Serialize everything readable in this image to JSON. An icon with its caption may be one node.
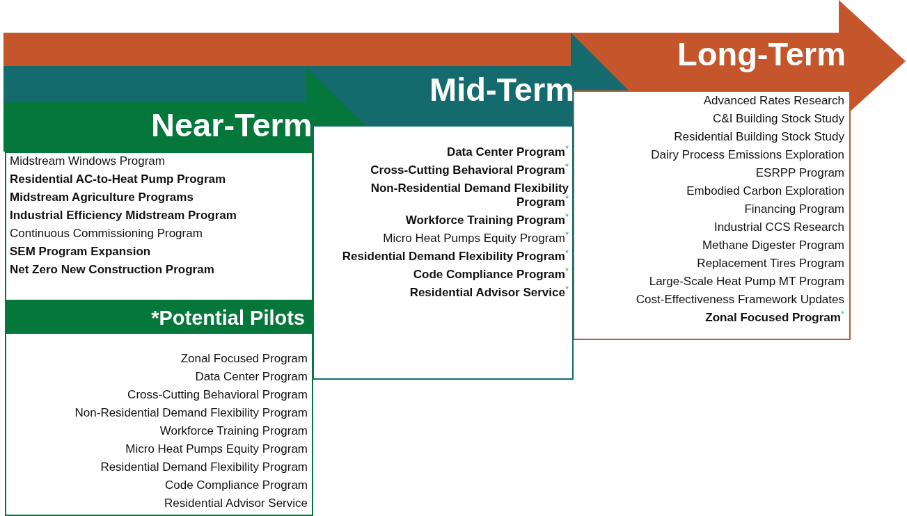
{
  "diagram": {
    "nodes": [
      {
        "text": [
          "Long-Term"
        ]
      },
      {
        "text": [
          "Advanced Rates Research",
          "C&I Building Stock Study",
          "Residential Building Stock Study",
          "Dairy Process Emissions Exploration",
          "ESRPP Program",
          "Embodied Carbon Exploration",
          "Financing Program",
          "Industrial CCS Research",
          "Methane Digester Program",
          "Replacement Tires Program",
          "Large-Scale Heat Pump MT Program",
          "Cost-Effectiveness Framework Updates",
          "**Zonal Focused Program**$^{*}$"
        ]
      },
      {
        "text": [
          "Mid-Term"
        ]
      },
      {
        "text": [
          "**Data Center Program**$^{*}$",
          "**Cross-Cutting Behavioral Program**$^{*}$",
          "**Non-Residential Demand Flexibility Program**$^{*}$",
          "**Workforce Training Program**$^{*}$",
          "Micro Heat Pumps Equity Program$^{*}$",
          "**Residential Demand Flexibility Program**$^{*}$",
          "**Code Compliance Program**$^{*}$",
          "**Residential Advisor Service**$^{*}$"
        ]
      },
      {
        "text": [
          "Near-Term"
        ]
      },
      {
        "text": [
          "Midstream Windows Program",
          "**Residential AC-to-Heat Pump Program**",
          "**Midstream Agriculture Programs**",
          "**Industrial Efficiency Midstream Program**",
          "Continuous Commissioning Program",
          "**SEM Program Expansion**",
          "**Net Zero New Construction Program**"
        ]
      },
      {
        "text": [
          "*Potential Pilots",
          "Zonal Focused Program",
          "Data Center Program",
          "Cross-Cutting Behavioral Program",
          "Non-Residential Demand Flexibility Program",
          "Workforce Training Program",
          "Micro Heat Pumps Equity Program",
          "Residential Demand Flexibility Program",
          "Code Compliance Program",
          "Residential Advisor Service"
        ]
      }
    ]
  }
}
